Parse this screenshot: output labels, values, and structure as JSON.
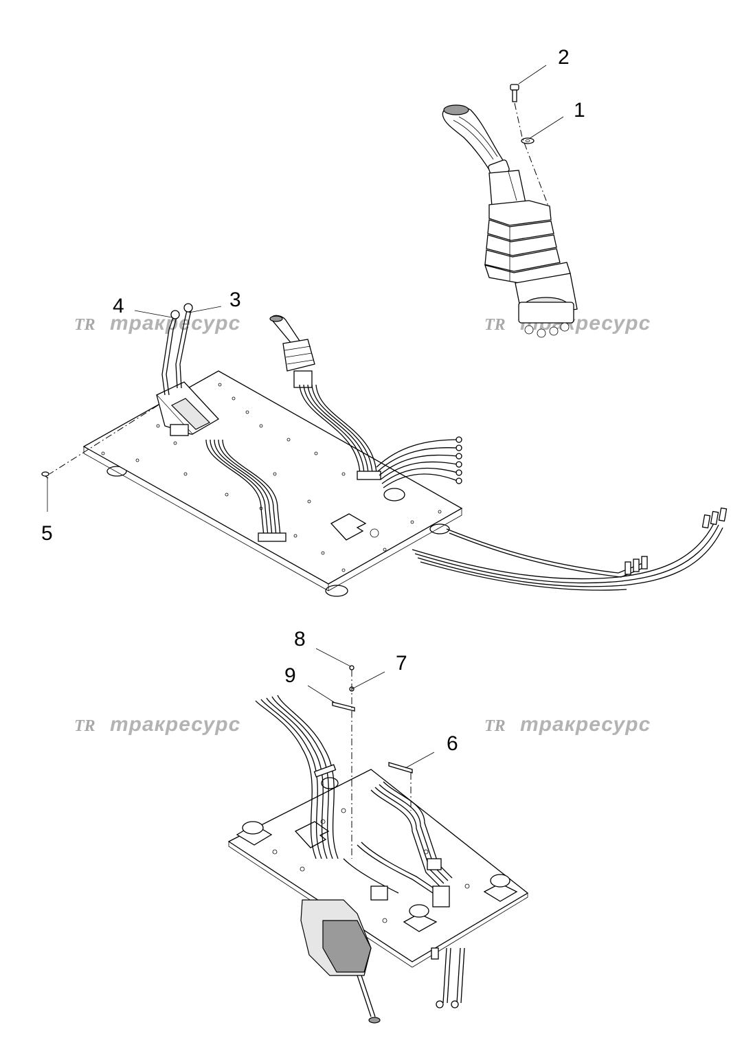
{
  "watermark": {
    "logo": "TR",
    "text": "тракресурс"
  },
  "callouts": [
    {
      "id": "1",
      "text": "1"
    },
    {
      "id": "2",
      "text": "2"
    },
    {
      "id": "3",
      "text": "3"
    },
    {
      "id": "4",
      "text": "4"
    },
    {
      "id": "5",
      "text": "5"
    },
    {
      "id": "6",
      "text": "6"
    },
    {
      "id": "7",
      "text": "7"
    },
    {
      "id": "8",
      "text": "8"
    },
    {
      "id": "9",
      "text": "9"
    }
  ],
  "colors": {
    "line": "#000000",
    "watermark": "#b3b3b3",
    "shading": "#e6e6e6",
    "dark_grip": "#9a9a9a"
  }
}
